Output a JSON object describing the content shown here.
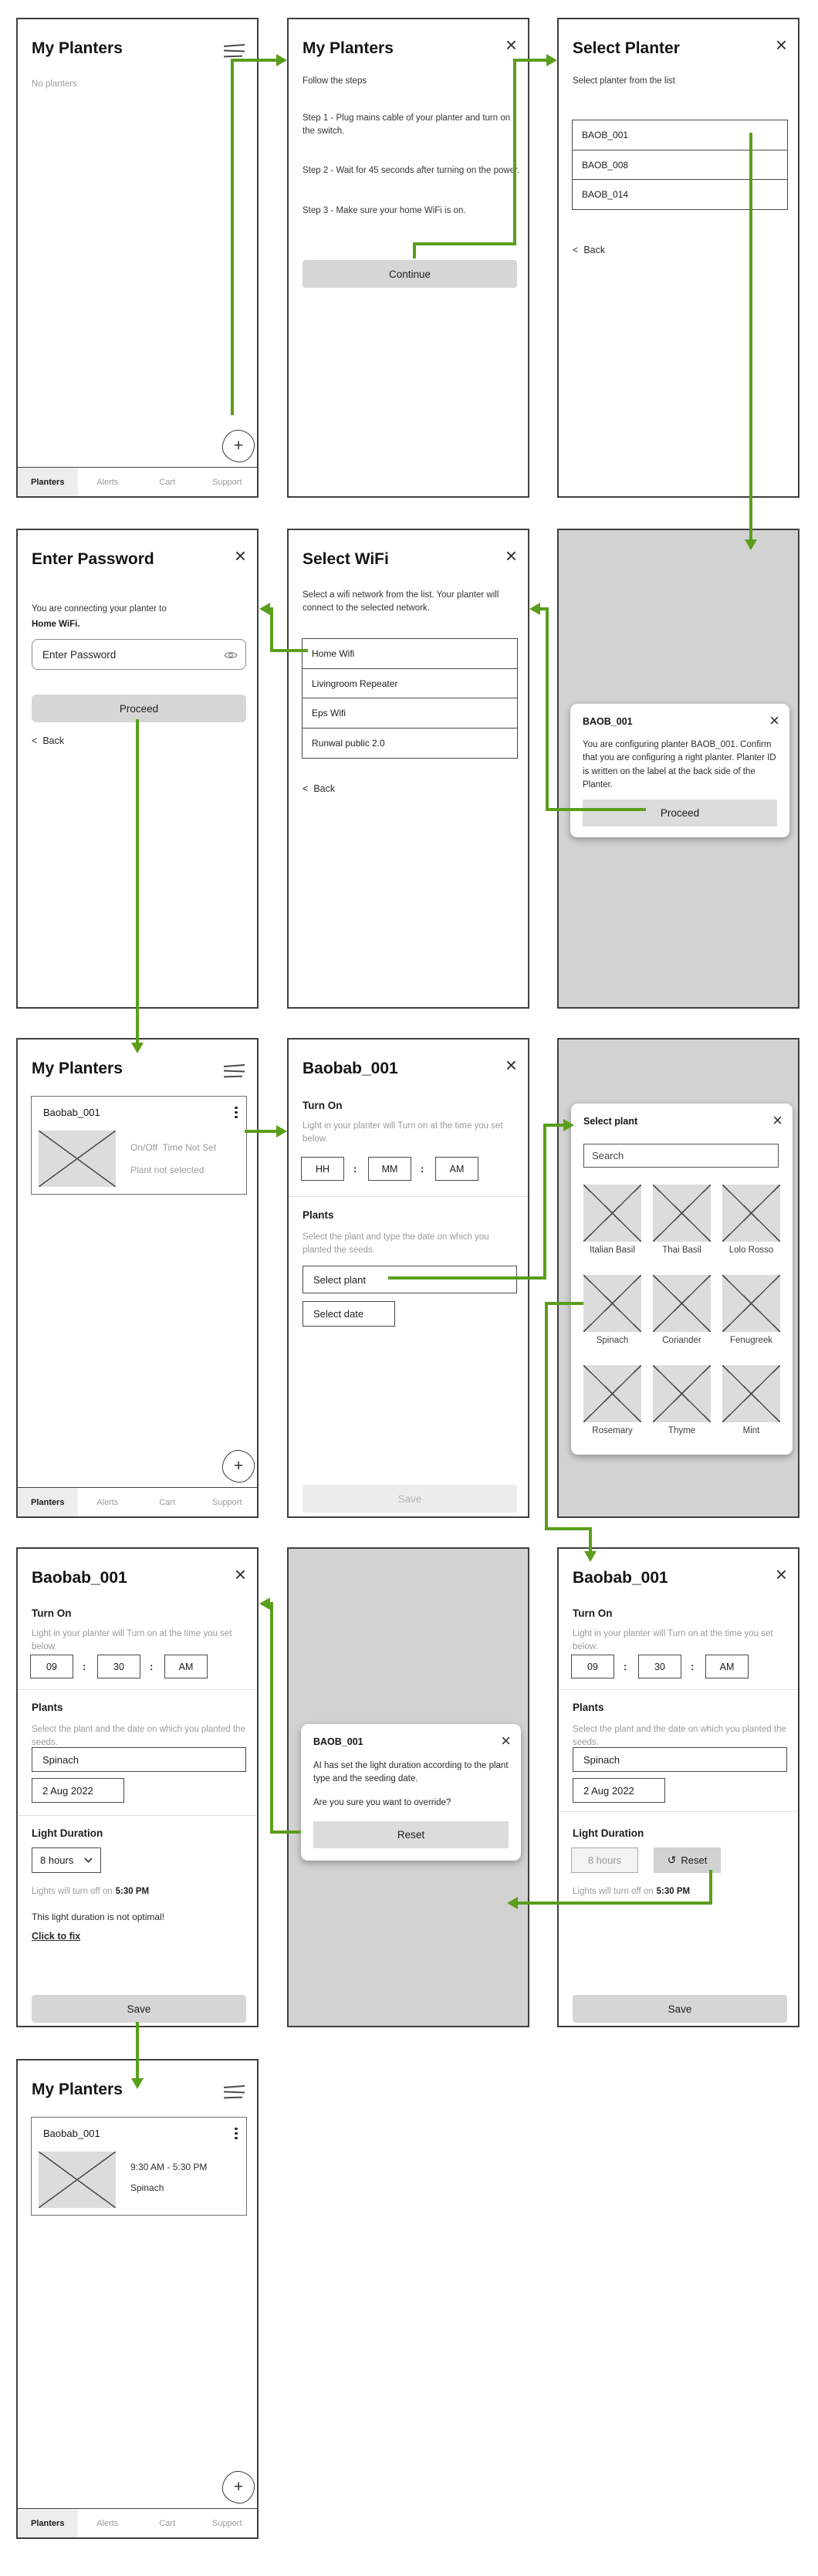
{
  "ui": {
    "tabs": [
      "Planters",
      "Alerts",
      "Cart",
      "Support"
    ],
    "icons": {
      "close": "×",
      "back": "<",
      "plus": "+",
      "reset": "↺"
    },
    "colon": ":",
    "accent_green": "#5a9e1b"
  },
  "s1": {
    "title": "My Planters",
    "empty": "No planters"
  },
  "s2": {
    "title": "My Planters",
    "intro": "Follow the steps",
    "steps": [
      "Step 1 - Plug mains cable of your planter and turn on the switch.",
      "Step 2 - Wait for 45 seconds after turning on the power.",
      "Step 3 - Make sure your home WiFi is on."
    ],
    "continue_label": "Continue"
  },
  "s3": {
    "title": "Select Planter",
    "desc": "Select planter from the list",
    "items": [
      "BAOB_001",
      "BAOB_008",
      "BAOB_014"
    ],
    "back_label": "Back"
  },
  "s4": {
    "title": "Enter Password",
    "line1": "You are connecting your planter to",
    "line2": "Home WiFi.",
    "password_placeholder": "Enter Password",
    "proceed_label": "Proceed",
    "back_label": "Back"
  },
  "s5": {
    "title": "Select WiFi",
    "desc": "Select a wifi network from the list. Your planter will connect to the selected network.",
    "items": [
      "Home Wifi",
      "Livingroom Repeater",
      "Eps Wifi",
      "Runwal public 2.0"
    ],
    "back_label": "Back"
  },
  "s6": {
    "modal_title": "BAOB_001",
    "body": "You are configuring planter BAOB_001. Confirm that you are configuring a right planter. Planter ID is written on the label at the back side of the Planter.",
    "proceed_label": "Proceed"
  },
  "s7": {
    "title": "My Planters",
    "card_title": "Baobab_001",
    "status1": "On/Off  Time Not Set",
    "status2": "Plant not selected"
  },
  "s8": {
    "title": "Baobab_001",
    "turn_on_heading": "Turn On",
    "turn_on_desc": "Light in your planter will Turn on at the time you set below.",
    "hh": "HH",
    "mm": "MM",
    "ampm": "AM",
    "plants_heading": "Plants",
    "plants_desc": "Select the plant and type the date on which you planted the seeds.",
    "select_plant": "Select plant",
    "select_date": "Select date",
    "save_label": "Save"
  },
  "s9": {
    "modal_title": "Select plant",
    "search_placeholder": "Search",
    "plants": [
      "Italian Basil",
      "Thai Basil",
      "Lolo Rosso",
      "Spinach",
      "Coriander",
      "Fenugreek",
      "Rosemary",
      "Thyme",
      "Mint"
    ]
  },
  "s10": {
    "title": "Baobab_001",
    "turn_on_heading": "Turn On",
    "turn_on_desc": "Light in your planter will Turn on at the time you set below.",
    "hh": "09",
    "mm": "30",
    "ampm": "AM",
    "plants_heading": "Plants",
    "plants_desc": "Select the plant and the date on which you planted the seeds.",
    "plant_value": "Spinach",
    "date_value": "2 Aug 2022",
    "light_heading": "Light Duration",
    "duration_value": "8 hours",
    "off_prefix": "Lights will turn off on",
    "off_time": "5:30 PM",
    "warning": "This light duration is not optimal!",
    "fix_label": "Click to fix",
    "save_label": "Save"
  },
  "s11": {
    "modal_title": "BAOB_001",
    "body1": "AI has set the light duration according to the plant type and the seeding date.",
    "body2": "Are you sure you want to override?",
    "reset_label": "Reset"
  },
  "s12": {
    "title": "Baobab_001",
    "turn_on_heading": "Turn On",
    "turn_on_desc": "Light in your planter will Turn on at the time you set below.",
    "hh": "09",
    "mm": "30",
    "ampm": "AM",
    "plants_heading": "Plants",
    "plants_desc": "Select the plant and the date on which you planted the seeds.",
    "plant_value": "Spinach",
    "date_value": "2 Aug 2022",
    "light_heading": "Light Duration",
    "duration_value": "8 hours",
    "reset_label": "Reset",
    "off_prefix": "Lights will turn off on",
    "off_time": "5:30 PM",
    "save_label": "Save"
  },
  "s13": {
    "title": "My Planters",
    "card_title": "Baobab_001",
    "status1": "9:30 AM - 5:30 PM",
    "status2": "Spinach"
  }
}
